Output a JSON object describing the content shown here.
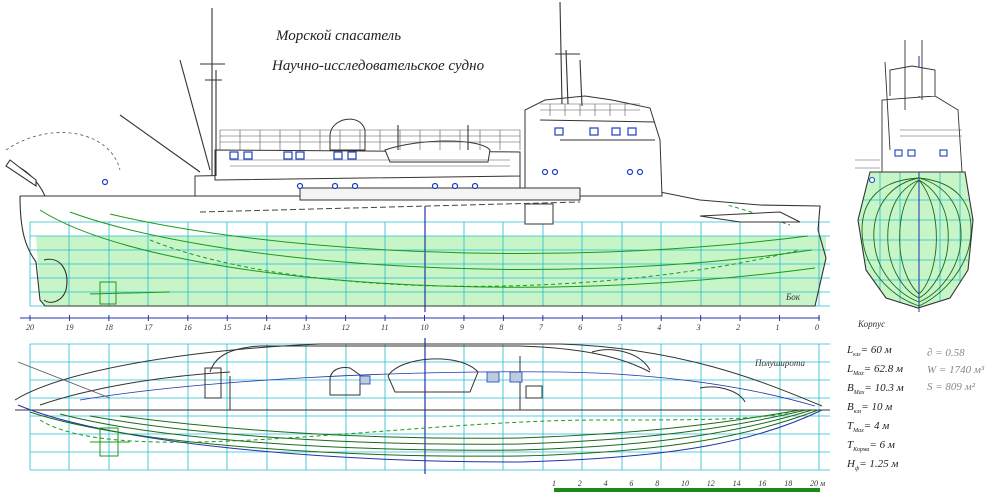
{
  "titles": {
    "line1": "Морской спасатель",
    "line2": "Научно-исследовательское судно"
  },
  "views": {
    "side": "Бок",
    "body": "Корпус",
    "halfbreadth": "Полуширота"
  },
  "station_labels": [
    "20",
    "19",
    "18",
    "17",
    "16",
    "15",
    "14",
    "13",
    "12",
    "11",
    "10",
    "9",
    "8",
    "7",
    "6",
    "5",
    "4",
    "3",
    "2",
    "1",
    "0"
  ],
  "scale_labels": [
    "1",
    "2",
    "4",
    "6",
    "8",
    "10",
    "12",
    "14",
    "16",
    "18",
    "20 м"
  ],
  "specs": [
    {
      "sym": "L",
      "sub": "кзл",
      "text": "= 60 м"
    },
    {
      "sym": "L",
      "sub": "Max",
      "text": "= 62.8 м"
    },
    {
      "sym": "B",
      "sub": "Max",
      "text": "= 10.3 м"
    },
    {
      "sym": "B",
      "sub": "кзл",
      "text": "= 10 м"
    },
    {
      "sym": "T",
      "sub": "Max",
      "text": "= 4 м"
    },
    {
      "sym": "T",
      "sub": "Корма",
      "text": "= 6 м"
    },
    {
      "sym": "H",
      "sub": "ф",
      "text": "= 1.25 м"
    }
  ],
  "coeffs": [
    "∂ = 0.58",
    "W = 1740 м³",
    "S = 809 м²"
  ],
  "colors": {
    "water": "#c8f5c8",
    "grid": "#22bcd0",
    "green_line": "#1a9a1a",
    "blue_line": "#2233aa",
    "hull": "#333333",
    "window": "#1a3fbf"
  }
}
